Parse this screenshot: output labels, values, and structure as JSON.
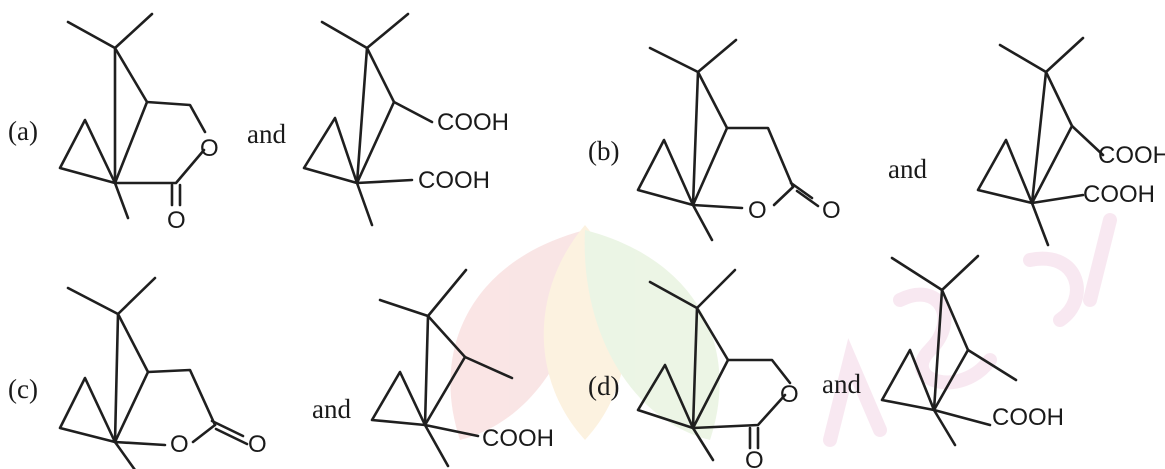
{
  "options": [
    {
      "label": "(a)",
      "connector": "and",
      "first_atoms": {
        "ring_o": "O",
        "carbonyl_o": "O"
      },
      "second_atoms": {
        "acid_1": "COOH",
        "acid_2": "COOH"
      }
    },
    {
      "label": "(b)",
      "connector": "and",
      "first_atoms": {
        "ring_o": "O",
        "carbonyl_o": "O"
      },
      "second_atoms": {
        "acid_1": "COOH",
        "acid_2": "COOH"
      }
    },
    {
      "label": "(c)",
      "connector": "and",
      "first_atoms": {
        "ring_o": "O",
        "carbonyl_o": "O"
      },
      "second_atoms": {
        "acid_1": "COOH"
      }
    },
    {
      "label": "(d)",
      "connector": "and",
      "first_atoms": {
        "ring_o": "O",
        "carbonyl_o": "O"
      },
      "second_atoms": {
        "acid_1": "COOH"
      }
    }
  ],
  "watermark": {
    "petal_colors": [
      "#f5d0d0",
      "#fbe8c8",
      "#dcedd0",
      "#f2c9d8"
    ],
    "text_color": "#f3d6e6"
  }
}
